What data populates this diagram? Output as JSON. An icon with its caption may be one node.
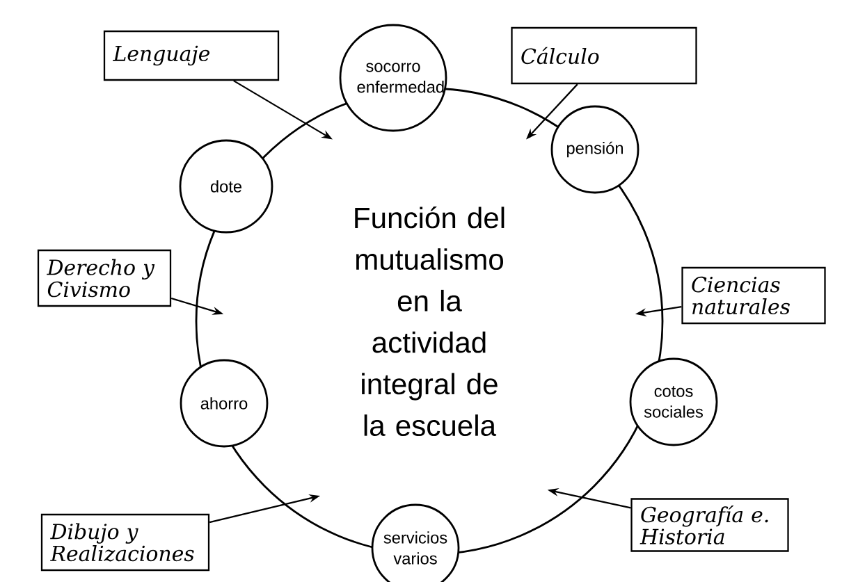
{
  "diagram": {
    "nodes": [
      {
        "text": [
          "Función del mutualismo en la actividad integral de la escuela"
        ]
      },
      {
        "text": [
          "socorro enfermedad"
        ]
      },
      {
        "text": [
          "pensión"
        ]
      },
      {
        "text": [
          "cotos sociales"
        ]
      },
      {
        "text": [
          "servicios varios"
        ]
      },
      {
        "text": [
          "ahorro"
        ]
      },
      {
        "text": [
          "dote"
        ]
      },
      {
        "text": [
          "Lenguaje"
        ]
      },
      {
        "text": [
          "Cálculo"
        ]
      },
      {
        "text": [
          "Ciencias naturales"
        ]
      },
      {
        "text": [
          "Derecho y Civismo"
        ]
      },
      {
        "text": [
          "Dibujo y Realizaciones"
        ]
      },
      {
        "text": [
          "Geografía e. Historia"
        ]
      }
    ],
    "edges": [
      {
        "from": 7,
        "to": 0,
        "arrow": "to"
      },
      {
        "from": 8,
        "to": 0,
        "arrow": "to"
      },
      {
        "from": 9,
        "to": 0,
        "arrow": "to"
      },
      {
        "from": 10,
        "to": 0,
        "arrow": "to"
      },
      {
        "from": 11,
        "to": 0,
        "arrow": "to"
      },
      {
        "from": 12,
        "to": 0,
        "arrow": "to"
      }
    ]
  }
}
